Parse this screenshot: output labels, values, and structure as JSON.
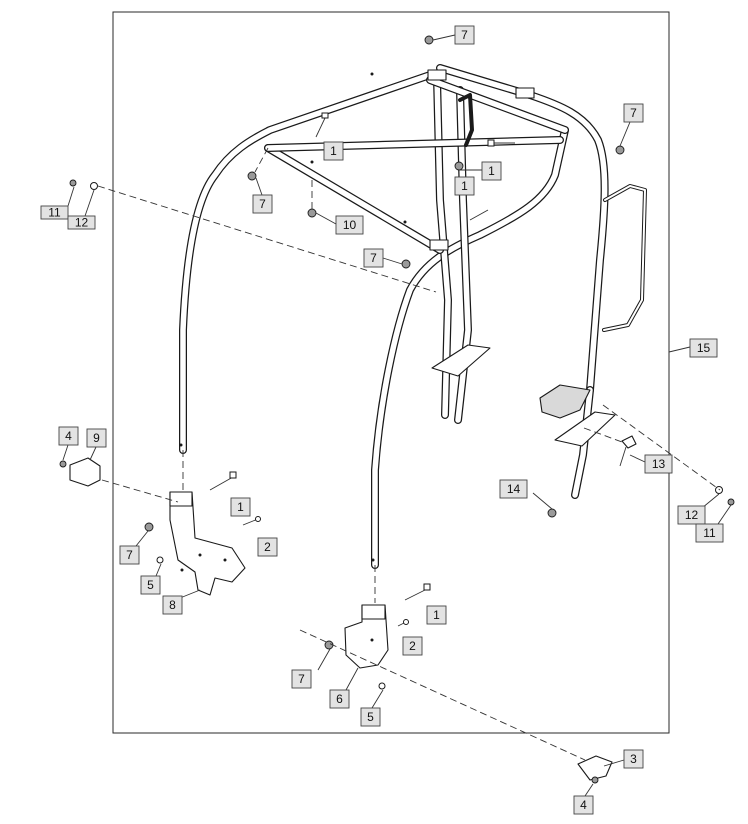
{
  "diagram": {
    "callouts": [
      {
        "id": "c7a",
        "text": "7"
      },
      {
        "id": "c7b",
        "text": "7"
      },
      {
        "id": "c1a",
        "text": "1"
      },
      {
        "id": "c1b",
        "text": "1"
      },
      {
        "id": "c1c",
        "text": "1"
      },
      {
        "id": "c7c",
        "text": "7"
      },
      {
        "id": "c11a",
        "text": "11"
      },
      {
        "id": "c12a",
        "text": "12"
      },
      {
        "id": "c10",
        "text": "10"
      },
      {
        "id": "c7d",
        "text": "7"
      },
      {
        "id": "c15",
        "text": "15"
      },
      {
        "id": "c4a",
        "text": "4"
      },
      {
        "id": "c9",
        "text": "9"
      },
      {
        "id": "c13",
        "text": "13"
      },
      {
        "id": "c14",
        "text": "14"
      },
      {
        "id": "c1d",
        "text": "1"
      },
      {
        "id": "c12b",
        "text": "12"
      },
      {
        "id": "c11b",
        "text": "11"
      },
      {
        "id": "c2a",
        "text": "2"
      },
      {
        "id": "c7e",
        "text": "7"
      },
      {
        "id": "c5a",
        "text": "5"
      },
      {
        "id": "c8",
        "text": "8"
      },
      {
        "id": "c1e",
        "text": "1"
      },
      {
        "id": "c2b",
        "text": "2"
      },
      {
        "id": "c7f",
        "text": "7"
      },
      {
        "id": "c6",
        "text": "6"
      },
      {
        "id": "c5b",
        "text": "5"
      },
      {
        "id": "c3",
        "text": "3"
      },
      {
        "id": "c4b",
        "text": "4"
      }
    ]
  }
}
